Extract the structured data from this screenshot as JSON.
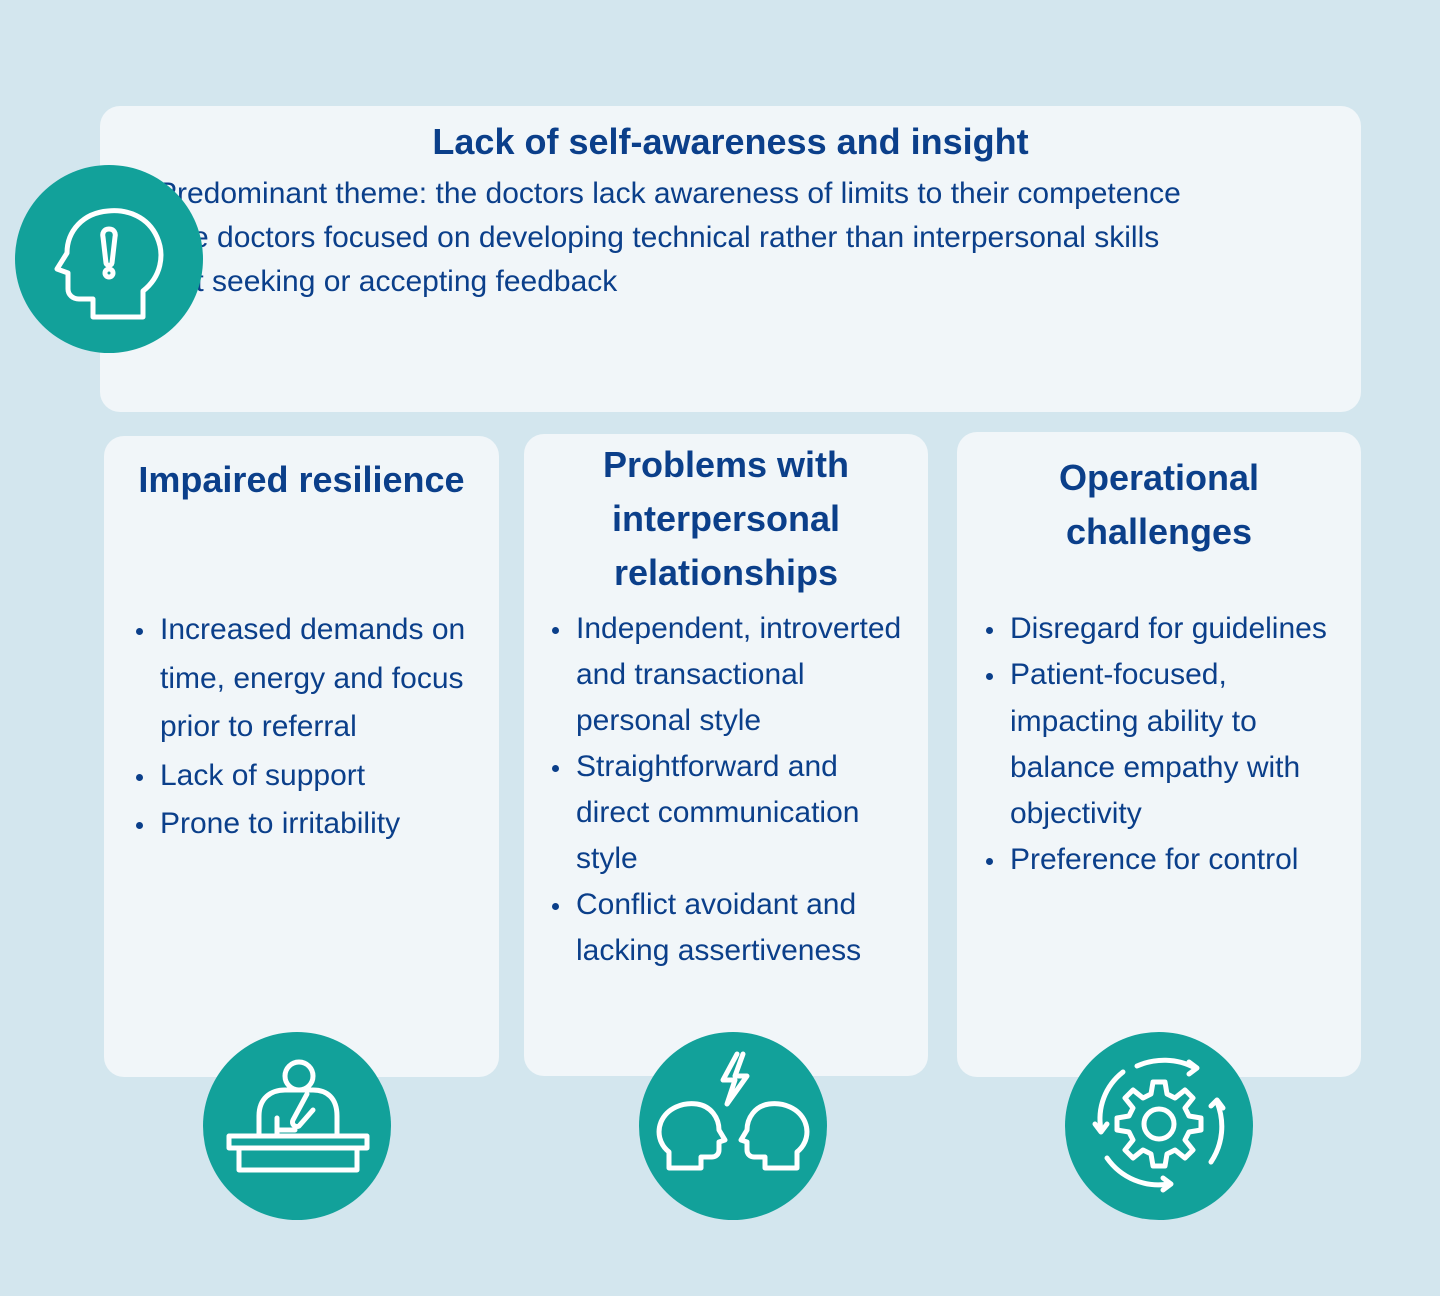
{
  "top": {
    "title": "Lack of self-awareness and insight",
    "items": [
      "Predominant theme: the doctors lack awareness of limits to their competence",
      "The doctors focused on developing technical rather than interpersonal skills",
      "Not seeking or accepting feedback"
    ]
  },
  "columns": [
    {
      "title": "Impaired resilience",
      "items": [
        "Increased demands on time, energy and focus prior to referral",
        "Lack of support",
        "Prone to irritability"
      ]
    },
    {
      "title": "Problems with interpersonal relationships",
      "items": [
        "Independent, introverted and transactional personal style",
        "Straightforward and direct communication style",
        "Conflict avoidant and lacking assertiveness"
      ]
    },
    {
      "title": "Operational challenges",
      "items": [
        "Disregard for guidelines",
        "Patient-focused, impacting ability to balance empathy with objectivity",
        "Preference for control"
      ]
    }
  ],
  "icons": {
    "top": "head-exclamation-icon",
    "col1": "person-at-desk-icon",
    "col2": "two-heads-conflict-icon",
    "col3": "gear-cycle-icon"
  },
  "colors": {
    "background": "#d3e6ee",
    "card": "#f1f6f9",
    "text": "#0b3f8a",
    "accent": "#12a19a"
  }
}
